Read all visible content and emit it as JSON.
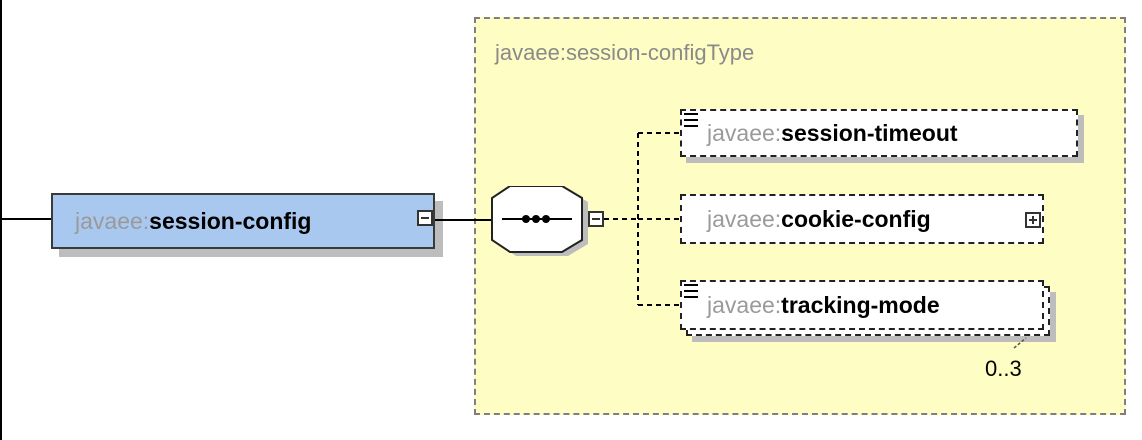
{
  "root_element": {
    "prefix": "javaee:",
    "name": "session-config"
  },
  "complex_type": {
    "title": "javaee:session-configType"
  },
  "compositor": {
    "type": "sequence"
  },
  "children": [
    {
      "prefix": "javaee:",
      "name": "session-timeout",
      "optional": true,
      "has_documentation": true,
      "expandable": false
    },
    {
      "prefix": "javaee:",
      "name": "cookie-config",
      "optional": true,
      "has_documentation": false,
      "expandable": true
    },
    {
      "prefix": "javaee:",
      "name": "tracking-mode",
      "optional": true,
      "has_documentation": true,
      "expandable": false,
      "occurs": "0..3"
    }
  ],
  "colors": {
    "type_background": "#fefdc3",
    "root_background": "#a9c8ef",
    "border": "#222222"
  }
}
